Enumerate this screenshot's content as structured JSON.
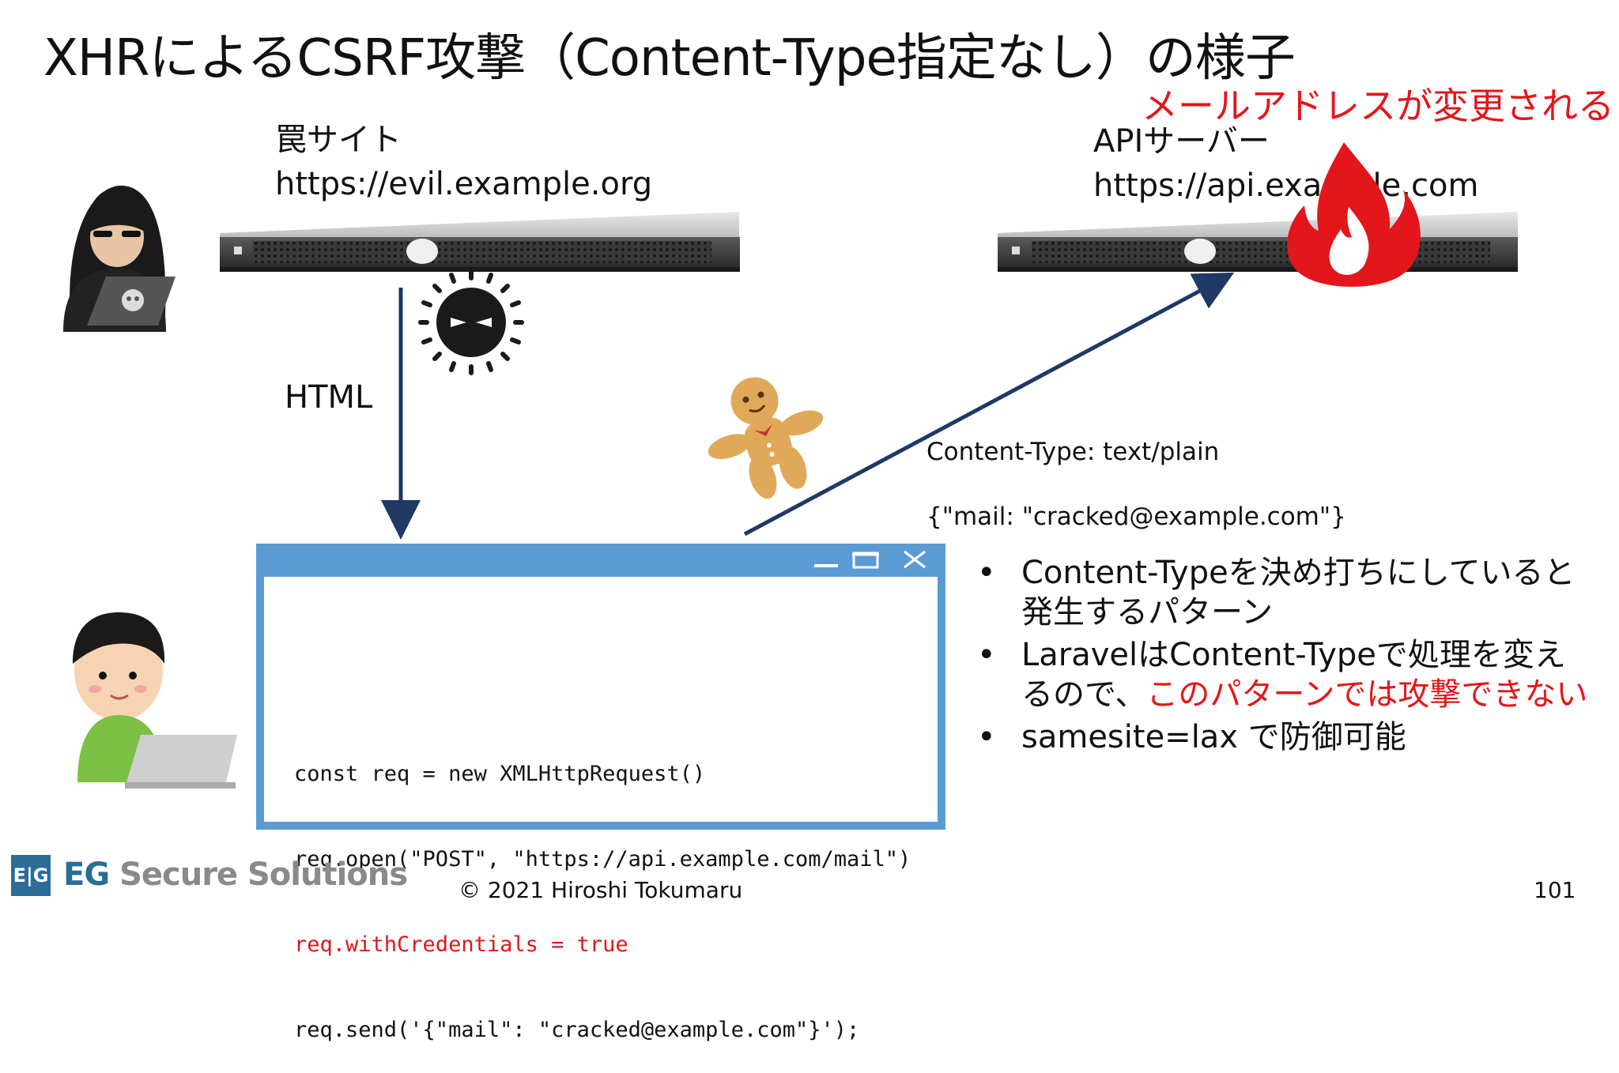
{
  "title": "XHRによるCSRF攻撃（Content-Type指定なし）の様子",
  "red_note": "メールアドレスが変更される",
  "trap_site": {
    "name": "罠サイト",
    "url": "https://evil.example.org"
  },
  "api_server": {
    "name": "APIサーバー",
    "url": "https://api.example.com"
  },
  "arrow_label": "HTML",
  "request": {
    "content_type": "Content-Type: text/plain",
    "body": "{\"mail: \"cracked@example.com\"}"
  },
  "code_lines": [
    "const req = new XMLHttpRequest()",
    "req.open(\"POST\", \"https://api.example.com/mail\")",
    "req.withCredentials = true",
    "req.send('{\"mail\": \"cracked@example.com\"}');"
  ],
  "bullets": {
    "b1": "Content-Typeを決め打ちにしていると発生するパターン",
    "b2_normal": "LaravelはContent-Typeで処理を変えるので、",
    "b2_red": "このパターンでは攻撃できない",
    "b3": "samesite=lax で防御可能"
  },
  "footer": {
    "logo_mark": "E|G",
    "logo_eg": "EG",
    "logo_rest": " Secure Solutions",
    "copyright": "© 2021 Hiroshi Tokumaru",
    "page_number": "101"
  },
  "colors": {
    "accent_red": "#e3161b",
    "window_blue": "#5b9bd5",
    "arrow_navy": "#1f3864"
  }
}
